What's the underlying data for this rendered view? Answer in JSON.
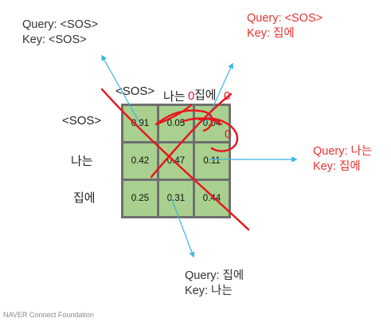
{
  "annotations": {
    "top_left": {
      "line1": "Query: <SOS>",
      "line2": "Key: <SOS>"
    },
    "top_right": {
      "line1": "Query: <SOS>",
      "line2": "Key: 집에"
    },
    "right": {
      "line1": "Query: 나는",
      "line2": "Key: 집에"
    },
    "bottom": {
      "line1": "Query: 집에",
      "line2": "Key: 나는"
    }
  },
  "column_headers": [
    "<SOS>",
    "나는",
    "집에"
  ],
  "row_headers": [
    "<SOS>",
    "나는",
    "집에"
  ],
  "matrix": [
    [
      "0.91",
      "0.05",
      "0.04"
    ],
    [
      "0.42",
      "0.47",
      "0.11"
    ],
    [
      "0.25",
      "0.31",
      "0.44"
    ]
  ],
  "handwritten_zeros": [
    "0",
    "0",
    "0"
  ],
  "footer": "NAVER Connect Foundation",
  "colors": {
    "cell_fill": "#a9d08e",
    "arrow": "#3cb4e6",
    "annotation_red": "#e8322f",
    "scribble_red": "#e8141c"
  }
}
